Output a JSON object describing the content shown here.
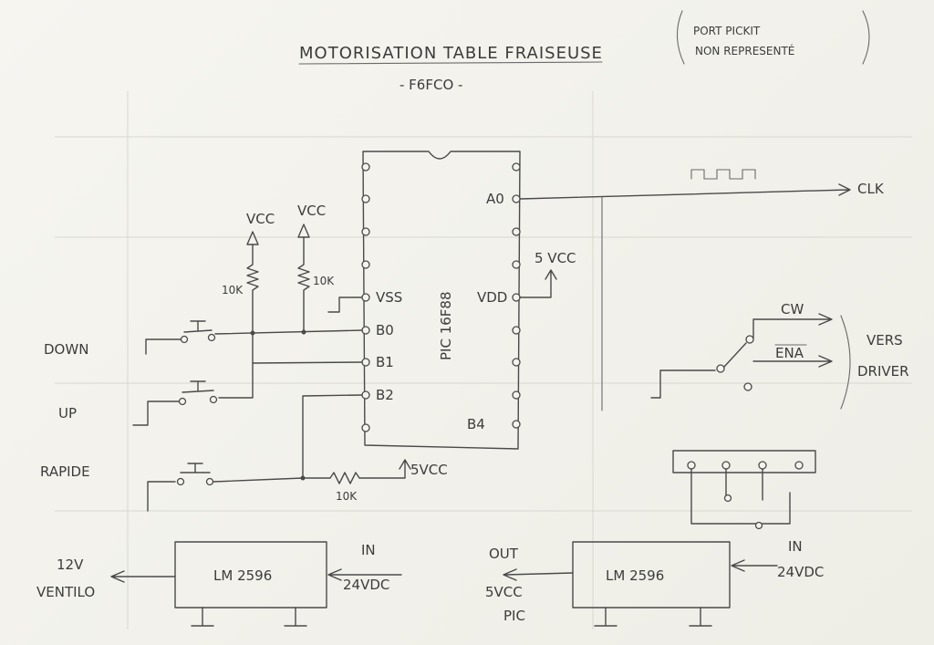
{
  "title": "MOTORISATION TABLE FRAISEUSE",
  "author": "- F6FCO -",
  "note_line1": "PORT PICKIT",
  "note_line2": "NON REPRESENTÉ",
  "mcu_label": "PIC 16F88",
  "pins": {
    "vss": "VSS",
    "b0": "B0",
    "b1": "B1",
    "b2": "B2",
    "a0": "A0",
    "vdd": "VDD",
    "b4": "B4"
  },
  "supply": {
    "vcc_left": "VCC",
    "vcc_right": "VCC",
    "vdd_5v": "5 VCC",
    "rapide_5v": "5VCC"
  },
  "resistors": {
    "r1": "10K",
    "r2": "10K",
    "r3": "10K"
  },
  "buttons": {
    "down": "DOWN",
    "up": "UP",
    "rapide": "RAPIDE"
  },
  "outputs": {
    "clk": "CLK",
    "cw": "CW",
    "ena": "ENA",
    "vers": "VERS",
    "driver": "DRIVER"
  },
  "regulator_left": {
    "name": "LM 2596",
    "out_line1": "12V",
    "out_line2": "VENTILO",
    "in_line1": "IN",
    "in_line2": "24VDC"
  },
  "regulator_right": {
    "name": "LM 2596",
    "out_label": "OUT",
    "out_line1": "5VCC",
    "out_line2": "PIC",
    "in_line1": "IN",
    "in_line2": "24VDC"
  }
}
